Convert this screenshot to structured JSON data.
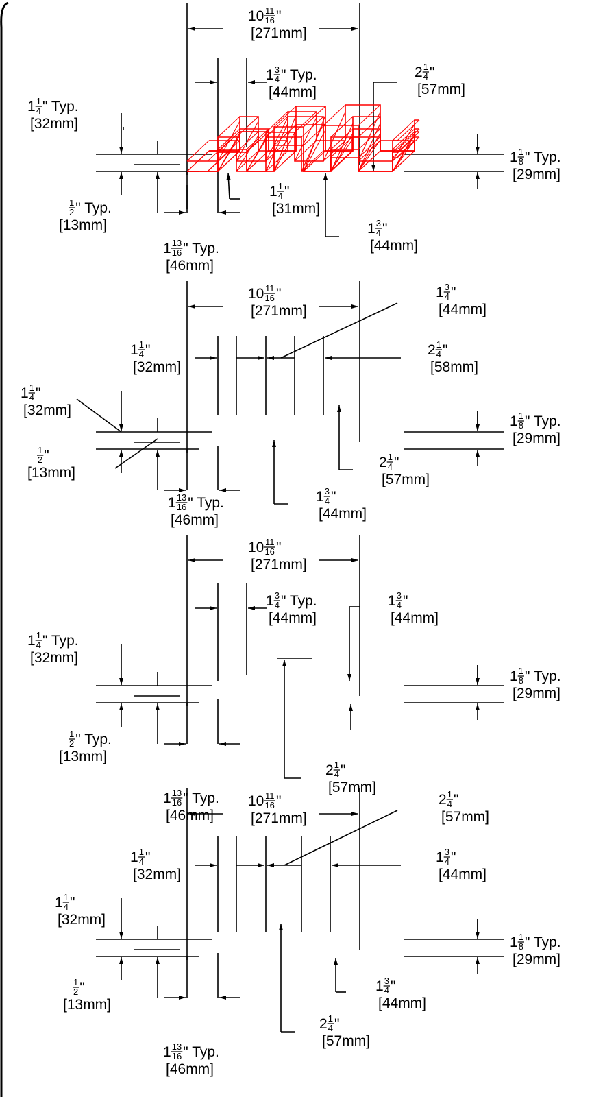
{
  "colors": {
    "profile": "#ff0000",
    "dimension": "#000000",
    "background": "#ffffff"
  },
  "views": [
    {
      "name": "profile-a",
      "labels": [
        {
          "id": "overall",
          "whole": "10",
          "num": "11",
          "den": "16",
          "suffix": "\"",
          "mm": "[271mm]"
        },
        {
          "id": "rib-top",
          "whole": "1",
          "num": "3",
          "den": "4",
          "suffix": "\" Typ.",
          "mm": "[44mm]"
        },
        {
          "id": "step-right",
          "whole": "2",
          "num": "1",
          "den": "4",
          "suffix": "\"",
          "mm": "[57mm]"
        },
        {
          "id": "depth-left",
          "whole": "1",
          "num": "1",
          "den": "4",
          "suffix": "\" Typ.",
          "mm": "[32mm]"
        },
        {
          "id": "thick-left",
          "whole": "",
          "num": "1",
          "den": "2",
          "suffix": "\" Typ.",
          "mm": "[13mm]"
        },
        {
          "id": "bottom-flange",
          "whole": "1",
          "num": "13",
          "den": "16",
          "suffix": "\" Typ.",
          "mm": "[46mm]"
        },
        {
          "id": "small-step",
          "whole": "1",
          "num": "1",
          "den": "4",
          "suffix": "\"",
          "mm": "[31mm]"
        },
        {
          "id": "valley",
          "whole": "1",
          "num": "3",
          "den": "4",
          "suffix": "\"",
          "mm": "[44mm]"
        },
        {
          "id": "height-right",
          "whole": "1",
          "num": "1",
          "den": "8",
          "suffix": "\" Typ.",
          "mm": "[29mm]"
        }
      ]
    },
    {
      "name": "profile-b",
      "labels": [
        {
          "id": "overall",
          "whole": "10",
          "num": "11",
          "den": "16",
          "suffix": "\"",
          "mm": "[271mm]"
        },
        {
          "id": "rib-top",
          "whole": "1",
          "num": "3",
          "den": "4",
          "suffix": "\"",
          "mm": "[44mm]"
        },
        {
          "id": "flange-top",
          "whole": "1",
          "num": "1",
          "den": "4",
          "suffix": "\"",
          "mm": "[32mm]"
        },
        {
          "id": "step-right",
          "whole": "2",
          "num": "1",
          "den": "4",
          "suffix": "\"",
          "mm": "[58mm]"
        },
        {
          "id": "depth-left",
          "whole": "1",
          "num": "1",
          "den": "4",
          "suffix": "\"",
          "mm": "[32mm]"
        },
        {
          "id": "thick-left",
          "whole": "",
          "num": "1",
          "den": "2",
          "suffix": "\"",
          "mm": "[13mm]"
        },
        {
          "id": "height-right",
          "whole": "1",
          "num": "1",
          "den": "8",
          "suffix": "\" Typ.",
          "mm": "[29mm]"
        },
        {
          "id": "rise",
          "whole": "2",
          "num": "1",
          "den": "4",
          "suffix": "\"",
          "mm": "[57mm]"
        },
        {
          "id": "bottom-flange",
          "whole": "1",
          "num": "13",
          "den": "16",
          "suffix": "\" Typ.",
          "mm": "[46mm]"
        },
        {
          "id": "valley",
          "whole": "1",
          "num": "3",
          "den": "4",
          "suffix": "\"",
          "mm": "[44mm]"
        }
      ]
    },
    {
      "name": "profile-c",
      "labels": [
        {
          "id": "overall",
          "whole": "10",
          "num": "11",
          "den": "16",
          "suffix": "\"",
          "mm": "[271mm]"
        },
        {
          "id": "rib-top",
          "whole": "1",
          "num": "3",
          "den": "4",
          "suffix": "\" Typ.",
          "mm": "[44mm]"
        },
        {
          "id": "step-right",
          "whole": "1",
          "num": "3",
          "den": "4",
          "suffix": "\"",
          "mm": "[44mm]"
        },
        {
          "id": "depth-left",
          "whole": "1",
          "num": "1",
          "den": "4",
          "suffix": "\" Typ.",
          "mm": "[32mm]"
        },
        {
          "id": "thick-left",
          "whole": "",
          "num": "1",
          "den": "2",
          "suffix": "\" Typ.",
          "mm": "[13mm]"
        },
        {
          "id": "height-right",
          "whole": "1",
          "num": "1",
          "den": "8",
          "suffix": "\" Typ.",
          "mm": "[29mm]"
        },
        {
          "id": "rise",
          "whole": "2",
          "num": "1",
          "den": "4",
          "suffix": "\"",
          "mm": "[57mm]"
        },
        {
          "id": "bottom-flange",
          "whole": "1",
          "num": "13",
          "den": "16",
          "suffix": "\" Typ.",
          "mm": "[46mm]"
        }
      ]
    },
    {
      "name": "profile-d",
      "labels": [
        {
          "id": "overall",
          "whole": "10",
          "num": "11",
          "den": "16",
          "suffix": "\"",
          "mm": "[271mm]"
        },
        {
          "id": "step-top",
          "whole": "2",
          "num": "1",
          "den": "4",
          "suffix": "\"",
          "mm": "[57mm]"
        },
        {
          "id": "flange-top",
          "whole": "1",
          "num": "1",
          "den": "4",
          "suffix": "\"",
          "mm": "[32mm]"
        },
        {
          "id": "rib-top",
          "whole": "1",
          "num": "3",
          "den": "4",
          "suffix": "\"",
          "mm": "[44mm]"
        },
        {
          "id": "depth-left",
          "whole": "1",
          "num": "1",
          "den": "4",
          "suffix": "\"",
          "mm": "[32mm]"
        },
        {
          "id": "height-right",
          "whole": "1",
          "num": "1",
          "den": "8",
          "suffix": "\" Typ.",
          "mm": "[29mm]"
        },
        {
          "id": "thick-left",
          "whole": "",
          "num": "1",
          "den": "2",
          "suffix": "\"",
          "mm": "[13mm]"
        },
        {
          "id": "valley",
          "whole": "1",
          "num": "3",
          "den": "4",
          "suffix": "\"",
          "mm": "[44mm]"
        },
        {
          "id": "rise",
          "whole": "2",
          "num": "1",
          "den": "4",
          "suffix": "\"",
          "mm": "[57mm]"
        },
        {
          "id": "bottom-flange",
          "whole": "1",
          "num": "13",
          "den": "16",
          "suffix": "\" Typ.",
          "mm": "[46mm]"
        }
      ]
    }
  ]
}
